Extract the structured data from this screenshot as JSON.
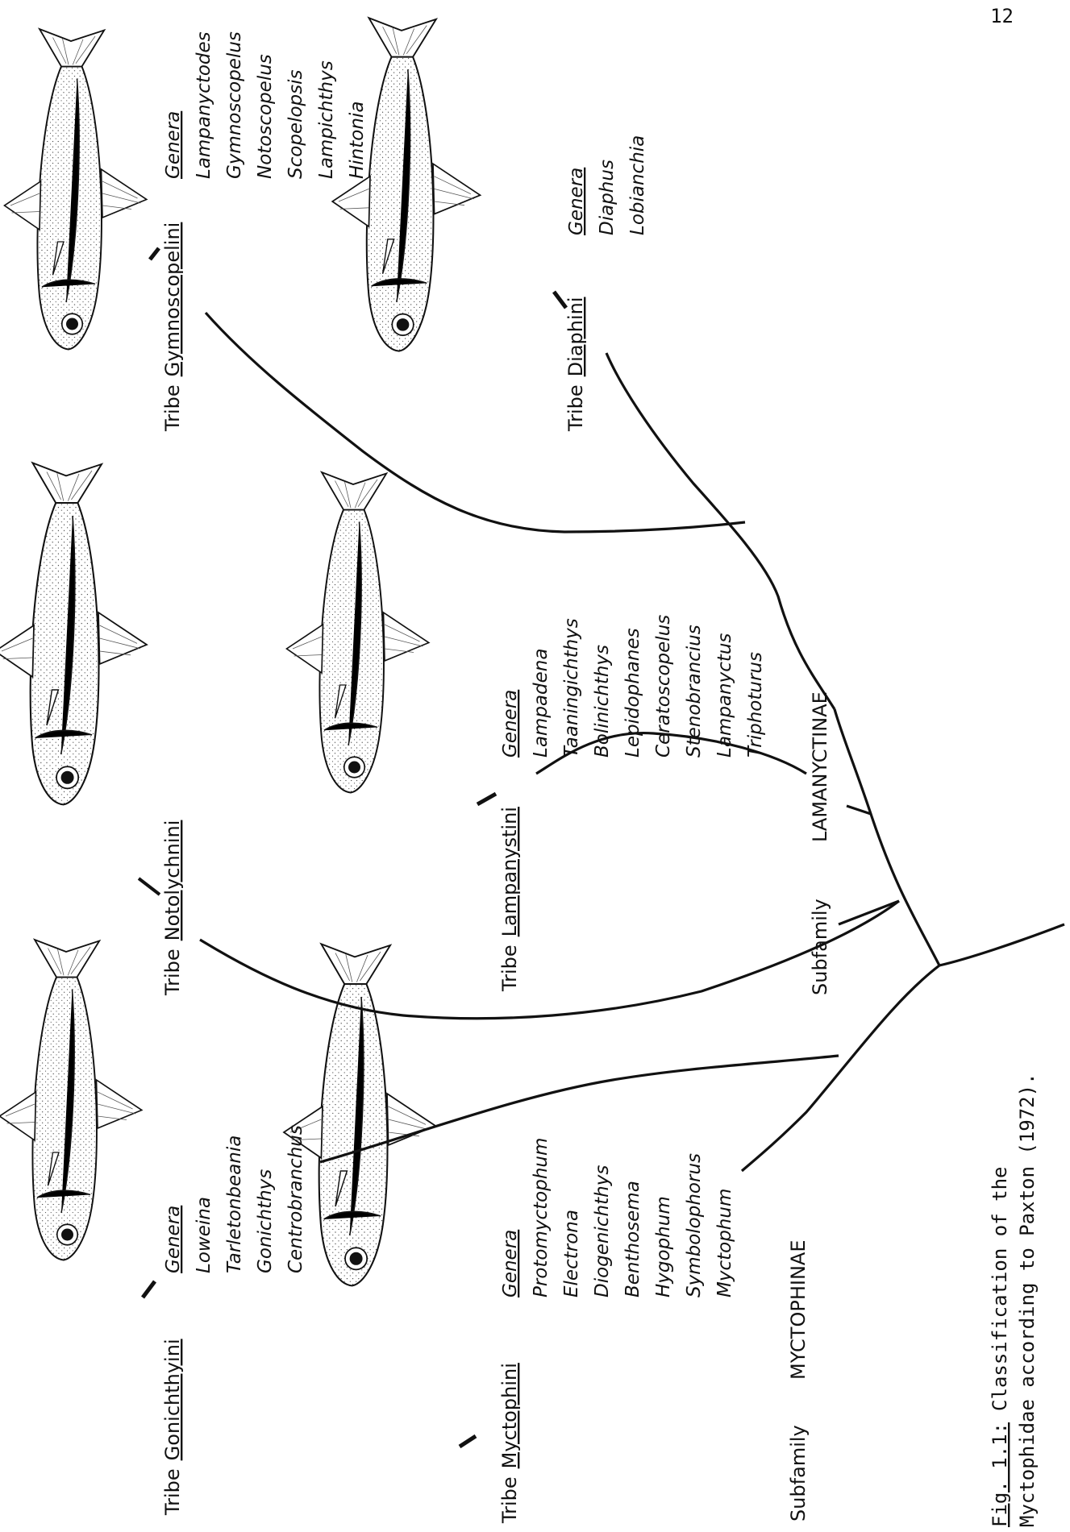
{
  "page_number": "12",
  "caption": {
    "label": "Fig. 1.1:",
    "line1": "Classification of the",
    "line2": "Myctophidae according to Paxton (1972)."
  },
  "subfamilies": {
    "prefix": "Subfamily",
    "lampanyctinae": "LAMANYCTINAE",
    "myctophinae": "MYCTOPHINAE"
  },
  "tribes": [
    {
      "id": "gymnoscopelini",
      "prefix": "Tribe",
      "name": "Gymnoscopelini",
      "genera_title": "Genera",
      "genera": [
        "Lampanyctodes",
        "Gymnoscopelus",
        "Notoscopelus",
        "Scopelopsis",
        "Lampichthys",
        "Hintonia"
      ]
    },
    {
      "id": "diaphini",
      "prefix": "Tribe",
      "name": "Diaphini",
      "genera_title": "Genera",
      "genera": [
        "Diaphus",
        "Lobianchia"
      ]
    },
    {
      "id": "notolychnini",
      "prefix": "Tribe",
      "name": "Notolychnini",
      "genera_title": "",
      "genera": []
    },
    {
      "id": "lampanystini",
      "prefix": "Tribe",
      "name": "Lampanystini",
      "genera_title": "Genera",
      "genera": [
        "Lampadena",
        "Taaningichthys",
        "Bolinichthys",
        "Lepidophanes",
        "Ceratoscopelus",
        "Stenobrancius",
        "Lampanyctus",
        "Triphoturus"
      ]
    },
    {
      "id": "gonichthyini",
      "prefix": "Tribe",
      "name": "Gonichthyini",
      "genera_title": "Genera",
      "genera": [
        "Loweina",
        "Tarletonbeania",
        "Gonichthys",
        "Centrobranchus"
      ]
    },
    {
      "id": "myctophini",
      "prefix": "Tribe",
      "name": "Myctophini",
      "genera_title": "Genera",
      "genera": [
        "Protomyctophum",
        "Electrona",
        "Diogenichthys",
        "Benthosema",
        "Hygophum",
        "Symbolophorus",
        "Myctophum"
      ]
    }
  ],
  "icons": [
    "fish-illustration-icon"
  ]
}
